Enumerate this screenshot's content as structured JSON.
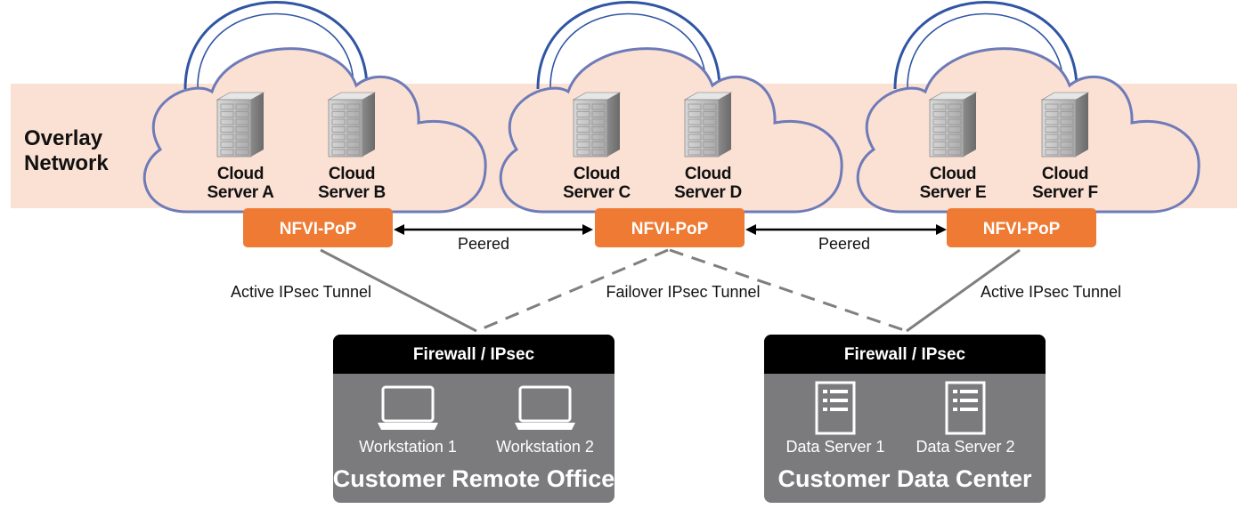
{
  "overlay": {
    "line1": "Overlay",
    "line2": "Network"
  },
  "clouds": [
    {
      "servers": [
        {
          "line1": "Cloud",
          "line2": "Server A"
        },
        {
          "line1": "Cloud",
          "line2": "Server B"
        }
      ],
      "pop": "NFVI-PoP"
    },
    {
      "servers": [
        {
          "line1": "Cloud",
          "line2": "Server C"
        },
        {
          "line1": "Cloud",
          "line2": "Server D"
        }
      ],
      "pop": "NFVI-PoP"
    },
    {
      "servers": [
        {
          "line1": "Cloud",
          "line2": "Server E"
        },
        {
          "line1": "Cloud",
          "line2": "Server F"
        }
      ],
      "pop": "NFVI-PoP"
    }
  ],
  "links": {
    "peered_left": "Peered",
    "peered_right": "Peered"
  },
  "tunnels": {
    "active_left": "Active IPsec Tunnel",
    "failover": "Failover IPsec Tunnel",
    "active_right": "Active IPsec Tunnel"
  },
  "sites": [
    {
      "firewall": "Firewall / IPsec",
      "devices": [
        "Workstation 1",
        "Workstation 2"
      ],
      "device_icon": "laptop-icon",
      "name": "Customer Remote Office"
    },
    {
      "firewall": "Firewall / IPsec",
      "devices": [
        "Data Server 1",
        "Data Server 2"
      ],
      "device_icon": "server-rack-icon",
      "name": "Customer Data Center"
    }
  ],
  "colors": {
    "overlay_band": "#fbe1d4",
    "cloud_outline": "#6e7bb8",
    "cloud_top_outline": "#2f55a4",
    "pop_fill": "#ee7a33",
    "firewall_fill": "#000000",
    "site_fill": "#7b7b7e",
    "tunnel_line": "#7f7f7f"
  }
}
